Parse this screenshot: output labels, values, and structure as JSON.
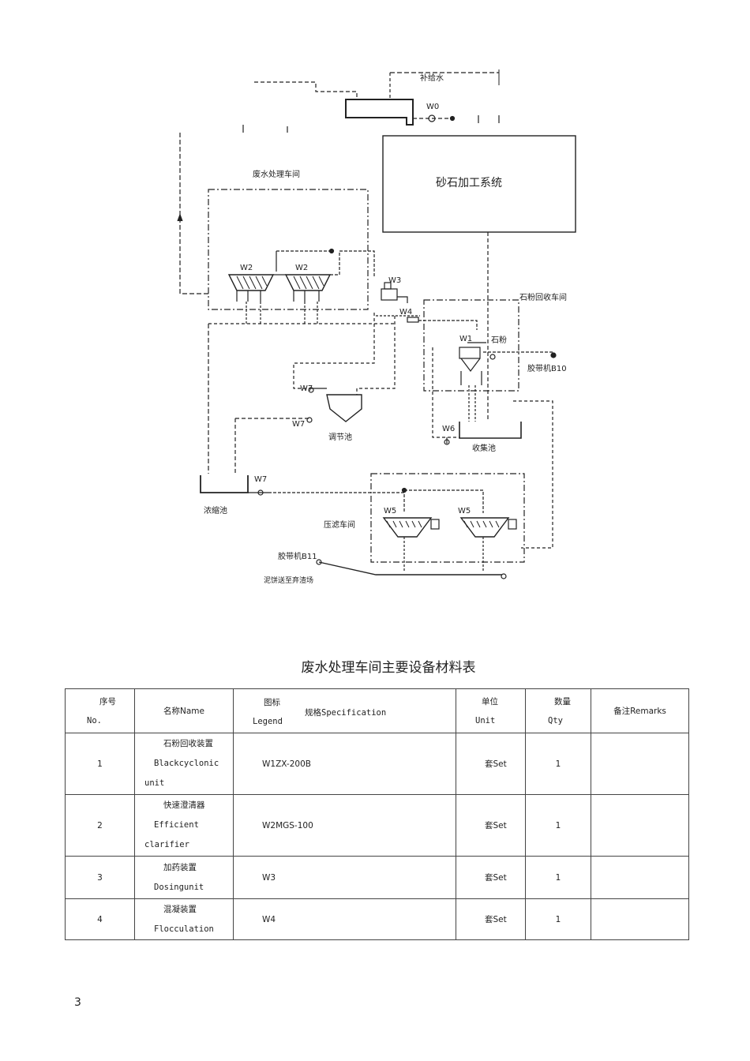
{
  "diagram": {
    "labels": {
      "makeup_water": "补给水",
      "w0": "W0",
      "w1": "W1",
      "w2": "W2",
      "w3": "W3",
      "w4": "W4",
      "w5": "W5",
      "w6": "W6",
      "w7": "W7",
      "sand_system": "砂石加工系统",
      "wastewater_workshop": "废水处理车间",
      "stone_powder_workshop": "石粉回收车间",
      "stone_powder": "石粉",
      "conveyor_b10": "胶带机B10",
      "regulating_tank": "调节池",
      "collection_tank": "收集池",
      "thickening_tank": "浓缩池",
      "filter_press_workshop": "压滤车间",
      "conveyor_b11": "胶带机B11",
      "mud_transport": "泥饼送至弃渣场"
    }
  },
  "table": {
    "title": "废水处理车间主要设备材料表",
    "headers": {
      "no_zh": "序号",
      "no_en": "No.",
      "name": "名称Name",
      "legend_zh": "图标",
      "legend_en": "Legend",
      "spec": "规格Specification",
      "unit_zh": "单位",
      "unit_en": "Unit",
      "qty_zh": "数量",
      "qty_en": "Qty",
      "remarks": "备注Remarks"
    },
    "rows": [
      {
        "no": "1",
        "name_zh": "石粉回收装置",
        "name_en1": "Blackcyclonic",
        "name_en2": "unit",
        "spec": "W1ZX-200B",
        "unit": "套Set",
        "qty": "1",
        "remarks": ""
      },
      {
        "no": "2",
        "name_zh": "快速澄清器",
        "name_en1": "Efficient",
        "name_en2": "clarifier",
        "spec": "W2MGS-100",
        "unit": "套Set",
        "qty": "1",
        "remarks": ""
      },
      {
        "no": "3",
        "name_zh": "加药装置",
        "name_en1": "Dosingunit",
        "name_en2": "",
        "spec": "W3",
        "unit": "套Set",
        "qty": "1",
        "remarks": ""
      },
      {
        "no": "4",
        "name_zh": "混凝装置",
        "name_en1": "Flocculation",
        "name_en2": "",
        "spec": "W4",
        "unit": "套Set",
        "qty": "1",
        "remarks": ""
      }
    ]
  },
  "page_number": "3"
}
